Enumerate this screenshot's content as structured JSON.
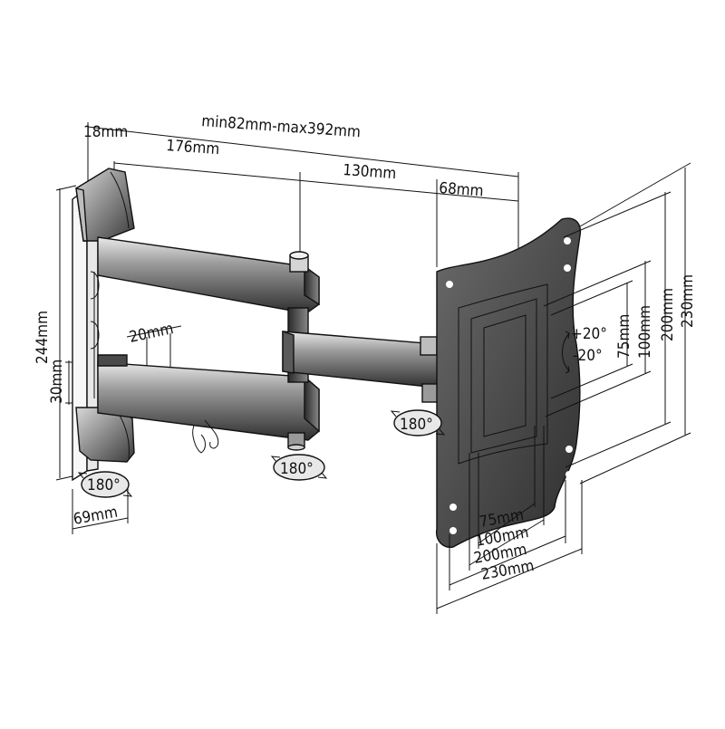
{
  "wall_depth": {
    "wall_plate_offset": "18mm",
    "min_max_extension": "min82mm-max392mm",
    "arm_long": "176mm",
    "arm_short": "130mm",
    "head_offset": "68mm"
  },
  "wall_plate": {
    "height": "244mm",
    "inner_offset": "30mm",
    "arm_gap": "20mm",
    "depth": "69mm",
    "swivel": "180°"
  },
  "arm": {
    "swivel": "180°"
  },
  "tv_plate": {
    "swivel": "180°",
    "tilt_up": "+20°",
    "tilt_down": "-20°",
    "vesa_vertical": [
      "75mm",
      "100mm",
      "200mm",
      "230mm"
    ],
    "vesa_horizontal": [
      "75mm",
      "100mm",
      "200mm",
      "230mm"
    ]
  },
  "colors": {
    "arm_top": "#f2f2f2",
    "arm_mid": "#6e6e6e",
    "arm_dark": "#2a2a2a",
    "plate": "#4a4a4a",
    "line": "#111111"
  }
}
